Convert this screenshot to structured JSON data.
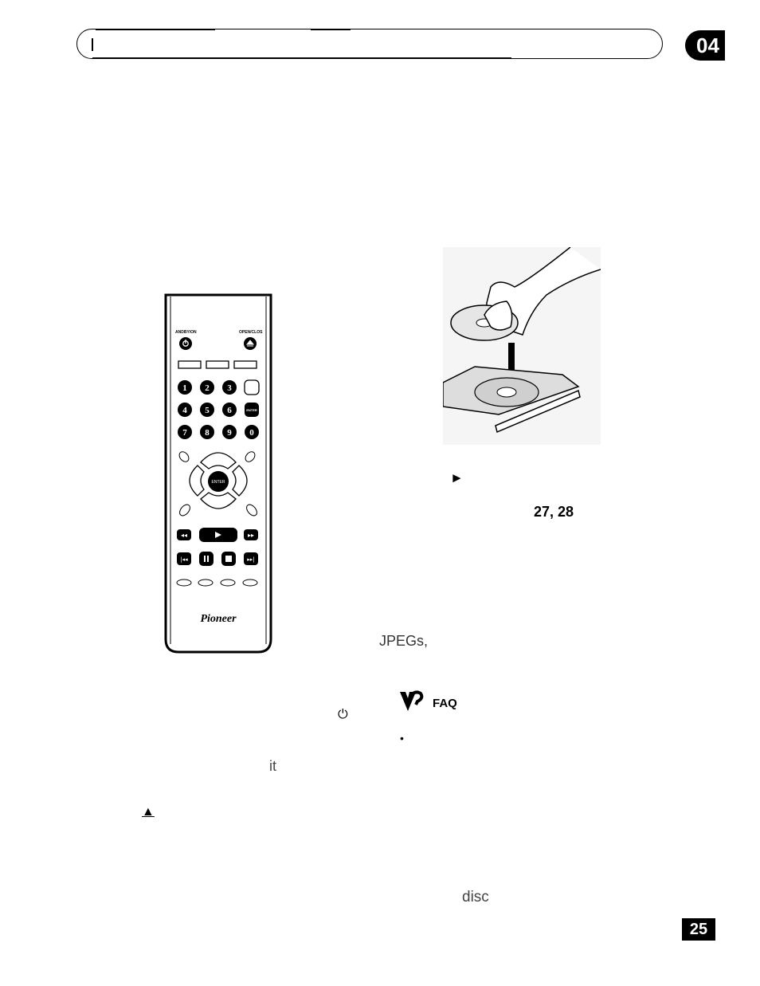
{
  "header": {
    "chapter": "04"
  },
  "remote": {
    "standby_label": "ANDBY/ON",
    "open_close_label": "OPEN/CLOS",
    "numbers": [
      "1",
      "2",
      "3",
      "4",
      "5",
      "6",
      "7",
      "8",
      "9",
      "0"
    ],
    "enter_small_label": "ENTER",
    "enter_label": "ENTER",
    "brand": "Pioneer"
  },
  "body_text": {
    "page_ref": "27, 28",
    "jpegs": "JPEGs,",
    "faq_label": "FAQ",
    "it_word": "it",
    "bullet": "•",
    "disc_word": "disc"
  },
  "symbols": {
    "play": "►",
    "power": "⏻",
    "eject": "▲"
  },
  "footer": {
    "page_number": "25"
  }
}
